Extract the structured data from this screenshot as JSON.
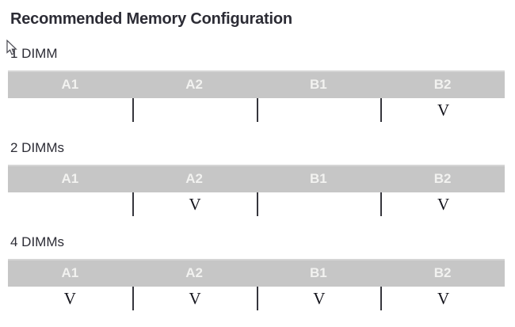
{
  "page": {
    "title": "Recommended Memory Configuration"
  },
  "cursor": {
    "icon": "arrow-pointer"
  },
  "table": {
    "columns": [
      "A1",
      "A2",
      "B1",
      "B2"
    ],
    "check_symbol": "V"
  },
  "sections": [
    {
      "label": "1 DIMM",
      "checks": [
        false,
        false,
        false,
        true
      ]
    },
    {
      "label": "2 DIMMs",
      "checks": [
        false,
        true,
        false,
        true
      ]
    },
    {
      "label": "4 DIMMs",
      "checks": [
        true,
        true,
        true,
        true
      ]
    }
  ],
  "colors": {
    "background": "#ffffff",
    "header_bg": "#c6c6c6",
    "header_text": "#f2f2f0",
    "text": "#2c2c35",
    "check": "#14141c",
    "divider": "#36363d"
  }
}
